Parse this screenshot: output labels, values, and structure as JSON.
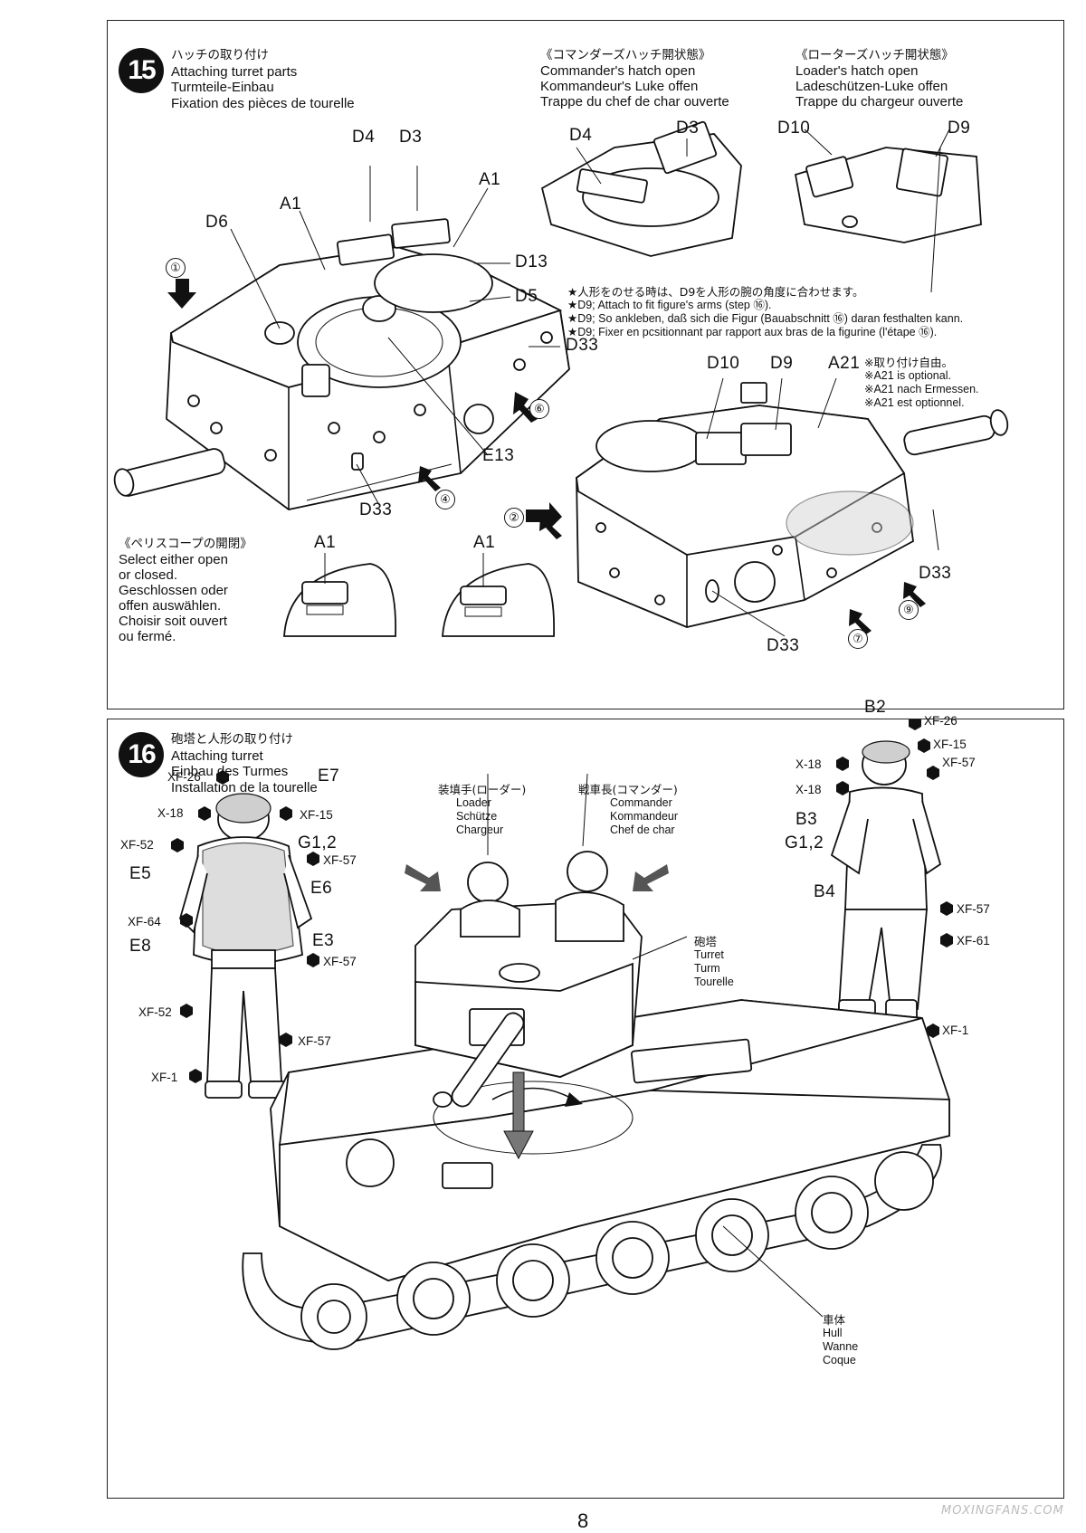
{
  "step15": {
    "number": "15",
    "title_ja": "ハッチの取り付け",
    "title_en": "Attaching turret parts",
    "title_de": "Turmteile-Einbau",
    "title_fr": "Fixation des pièces de tourelle",
    "commander_hatch": {
      "ja": "《コマンダーズハッチ開状態》",
      "en": "Commander's hatch open",
      "de": "Kommandeur's Luke offen",
      "fr": "Trappe du chef de char ouverte",
      "parts": [
        "D4",
        "D3"
      ]
    },
    "loader_hatch": {
      "ja": "《ローターズハッチ開状態》",
      "en": "Loader's hatch open",
      "de": "Ladeschützen-Luke offen",
      "fr": "Trappe du chargeur ouverte",
      "parts": [
        "D10",
        "D9"
      ]
    },
    "d9_note": {
      "ja": "★人形をのせる時は、D9を人形の腕の角度に合わせます。",
      "en": "★D9; Attach to fit figure's arms (step ⑯).",
      "de": "★D9; So ankleben, daß sich die Figur (Bauabschnitt ⑯) daran festhalten kann.",
      "fr": "★D9; Fixer en pcsitionnant par rapport aux bras de la figurine (l'étape ⑯)."
    },
    "a21_note": {
      "ja": "※取り付け自由。",
      "en": "※A21 is optional.",
      "de": "※A21 nach Ermessen.",
      "fr": "※A21 est optionnel."
    },
    "periscope": {
      "ja": "《ペリスコープの開閉》",
      "lines": [
        "Select either open",
        "or closed.",
        "Geschlossen oder",
        "offen auswählen.",
        "Choisir soit ouvert",
        "ou fermé."
      ]
    },
    "labels": {
      "d4": "D4",
      "d3": "D3",
      "a1_top": "A1",
      "a1_left": "A1",
      "d6": "D6",
      "d13": "D13",
      "d5": "D5",
      "d33_right": "D33",
      "e13": "E13",
      "d33_bottom": "D33",
      "d10": "D10",
      "d9": "D9",
      "a21": "A21",
      "d33_r2": "D33",
      "d33_r3": "D33",
      "a1_peri1": "A1",
      "a1_peri2": "A1"
    },
    "arrows": [
      "①",
      "④",
      "⑥",
      "②",
      "⑦",
      "⑨"
    ]
  },
  "step16": {
    "number": "16",
    "title_ja": "砲塔と人形の取り付け",
    "title_en": "Attaching turret",
    "title_de": "Einbau des Turmes",
    "title_fr": "Installation de la tourelle",
    "loader": {
      "ja": "装填手(ローダー)",
      "en": "Loader",
      "de": "Schütze",
      "fr": "Chargeur"
    },
    "commander": {
      "ja": "戦車長(コマンダー)",
      "en": "Commander",
      "de": "Kommandeur",
      "fr": "Chef de char"
    },
    "turret": {
      "ja": "砲塔",
      "en": "Turret",
      "de": "Turm",
      "fr": "Tourelle"
    },
    "hull": {
      "ja": "車体",
      "en": "Hull",
      "de": "Wanne",
      "fr": "Coque"
    },
    "left_figure": {
      "parts": {
        "e7": "E7",
        "g12": "G1,2",
        "e5": "E5",
        "e6": "E6",
        "e3": "E3",
        "e8": "E8"
      },
      "paints": {
        "xf26": "XF-26",
        "x18": "X-18",
        "xf15": "XF-15",
        "xf52a": "XF-52",
        "xf57a": "XF-57",
        "xf64": "XF-64",
        "xf57b": "XF-57",
        "xf52b": "XF-52",
        "xf57c": "XF-57",
        "xf1": "XF-1"
      }
    },
    "right_figure": {
      "parts": {
        "b2": "B2",
        "b3": "B3",
        "g12": "G1,2",
        "b4": "B4"
      },
      "paints": {
        "xf26": "XF-26",
        "xf15": "XF-15",
        "xf57a": "XF-57",
        "x18a": "X-18",
        "x18b": "X-18",
        "xf57b": "XF-57",
        "xf61": "XF-61",
        "xf1": "XF-1"
      }
    }
  },
  "page_number": "8",
  "watermark": "MOXINGFANS.COM"
}
